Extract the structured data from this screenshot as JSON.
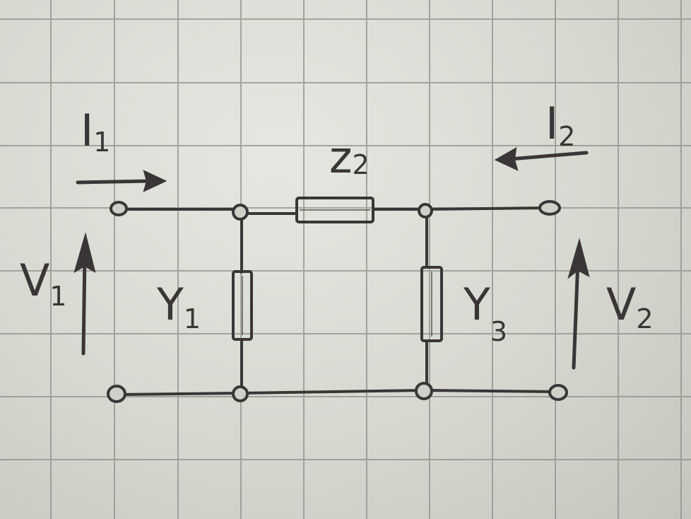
{
  "diagram": {
    "current_in": {
      "main": "I",
      "sub": "1"
    },
    "current_out": {
      "main": "I",
      "sub": "2"
    },
    "series_impedance": {
      "main": "z",
      "sub": "2"
    },
    "shunt_left": {
      "main": "Y",
      "sub": "1"
    },
    "shunt_right": {
      "main": "Y",
      "sub": "3"
    },
    "voltage_in": {
      "main": "V",
      "sub": "1"
    },
    "voltage_out": {
      "main": "V",
      "sub": "2"
    }
  },
  "colors": {
    "paper": "#d9dad2",
    "grid": "#8f9089",
    "ink": "#3a3536"
  }
}
